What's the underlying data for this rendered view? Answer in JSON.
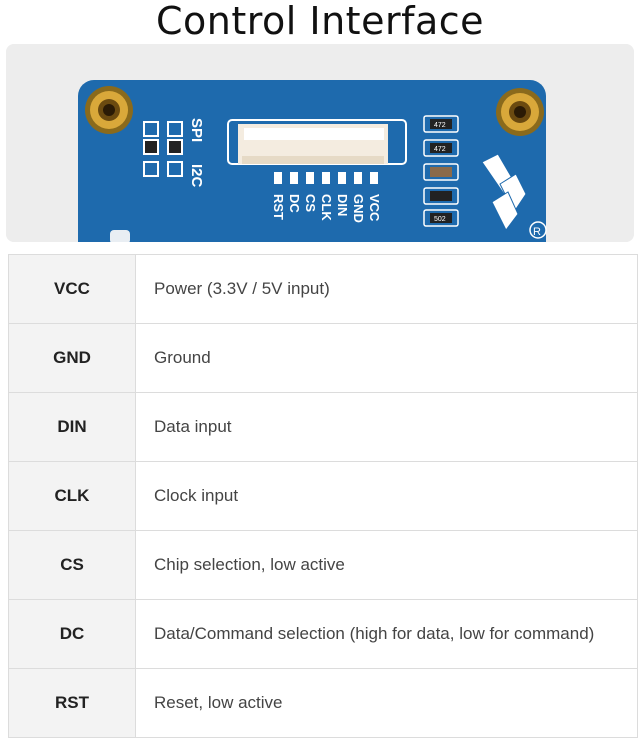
{
  "title": "Control Interface",
  "board": {
    "header_labels": [
      "SPI",
      "I2C"
    ],
    "pin_labels": [
      "VCC",
      "GND",
      "DIN",
      "CLK",
      "CS",
      "DC",
      "RST"
    ],
    "resistor_labels": [
      "472",
      "472",
      "",
      "",
      "502"
    ],
    "mark": "R",
    "pcb_color": "#1e6aad"
  },
  "pins": [
    {
      "name": "VCC",
      "desc": "Power (3.3V / 5V input)"
    },
    {
      "name": "GND",
      "desc": "Ground"
    },
    {
      "name": "DIN",
      "desc": "Data input"
    },
    {
      "name": "CLK",
      "desc": "Clock input"
    },
    {
      "name": "CS",
      "desc": "Chip selection, low active"
    },
    {
      "name": "DC",
      "desc": "Data/Command selection (high for data, low for command)"
    },
    {
      "name": "RST",
      "desc": "Reset, low active"
    }
  ]
}
